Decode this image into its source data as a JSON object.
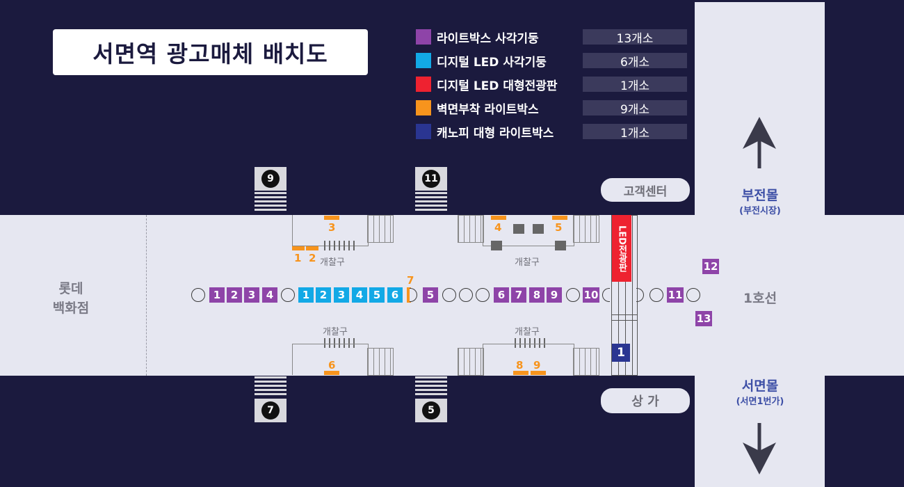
{
  "title": "서면역 광고매체 배치도",
  "legend": [
    {
      "label": "라이트박스 사각기둥",
      "count": "13개소",
      "color": "#8e44a8"
    },
    {
      "label": "디지털 LED 사각기둥",
      "count": "6개소",
      "color": "#12a9e6"
    },
    {
      "label": "디지털 LED 대형전광판",
      "count": "1개소",
      "color": "#ee2230"
    },
    {
      "label": "벽면부착 라이트박스",
      "count": "9개소",
      "color": "#f7941d"
    },
    {
      "label": "캐노피 대형 라이트박스",
      "count": "1개소",
      "color": "#2a3591"
    }
  ],
  "places": {
    "lotte_line1": "롯데",
    "lotte_line2": "백화점",
    "line1": "1호선",
    "service_center": "고객센터",
    "shops": "상  가",
    "bujeon_mall": "부전몰",
    "bujeon_sub": "(부전시장)",
    "seomyeon_mall": "서면몰",
    "seomyeon_sub": "(서면1번가)",
    "gate": "개찰구",
    "led_board": "LED전광판"
  },
  "exits": {
    "e9": "9",
    "e11": "11",
    "e7": "7",
    "e5": "5"
  },
  "purple_pillars": [
    "1",
    "2",
    "3",
    "4",
    "5",
    "6",
    "7",
    "8",
    "9",
    "10",
    "11",
    "12",
    "13"
  ],
  "digital_pillars": [
    "1",
    "2",
    "3",
    "4",
    "5",
    "6"
  ],
  "wall_boxes": [
    "1",
    "2",
    "3",
    "4",
    "5",
    "6",
    "7",
    "8",
    "9"
  ],
  "canopy": "1"
}
